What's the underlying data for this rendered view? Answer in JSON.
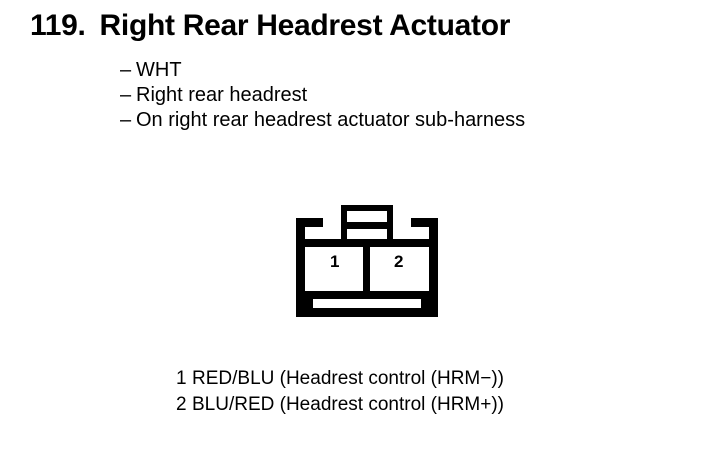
{
  "heading": {
    "number": "119.",
    "text": "Right Rear Headrest Actuator"
  },
  "bullets": [
    {
      "dash": "–",
      "text": "WHT"
    },
    {
      "dash": "–",
      "text": "Right rear headrest"
    },
    {
      "dash": "–",
      "text": "On right rear headrest actuator sub-harness"
    }
  ],
  "connector": {
    "pins": [
      {
        "number": "1"
      },
      {
        "number": "2"
      }
    ],
    "outline_color": "#000000",
    "fill_color": "#ffffff"
  },
  "legend": [
    {
      "number": "1",
      "description": "RED/BLU (Headrest control (HRM−))"
    },
    {
      "number": "2",
      "description": "BLU/RED (Headrest control (HRM+))"
    }
  ]
}
